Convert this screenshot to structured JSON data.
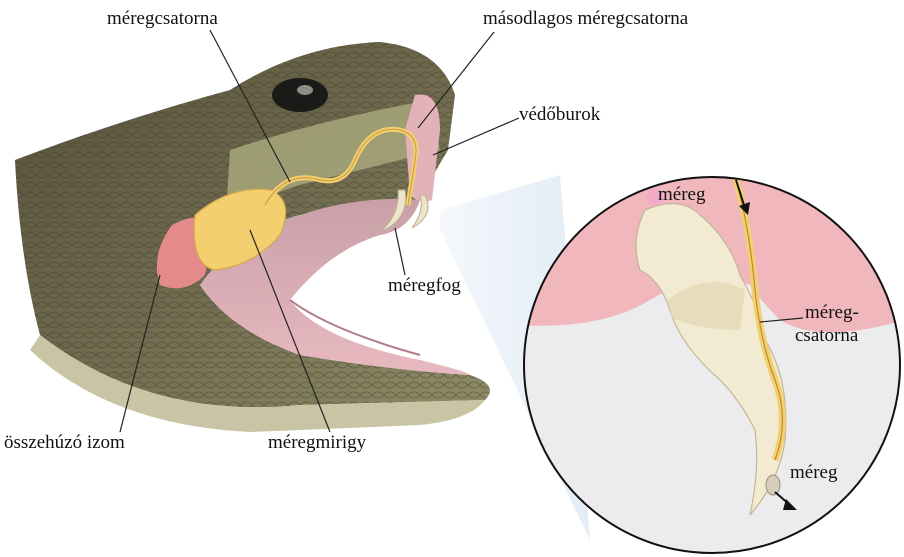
{
  "labels": {
    "duct": "méregcsatorna",
    "secondary_duct": "másodlagos méregcsatorna",
    "sheath": "védőburok",
    "fang": "méregfog",
    "muscle": "összehúzó izom",
    "gland": "méregmirigy",
    "venom_top": "méreg",
    "inset_duct_line1": "méreg-",
    "inset_duct_line2": "csatorna",
    "venom_bottom": "méreg"
  },
  "colors": {
    "skin": "#6f6a4e",
    "skin_light": "#9a9a6c",
    "belly": "#c9c4a4",
    "mouth": "#d99aa6",
    "gland": "#f3cf70",
    "muscle": "#e48a8a",
    "fang": "#ece5cc",
    "inset_gum": "#f0b7bd",
    "inset_bg": "#ececef"
  }
}
